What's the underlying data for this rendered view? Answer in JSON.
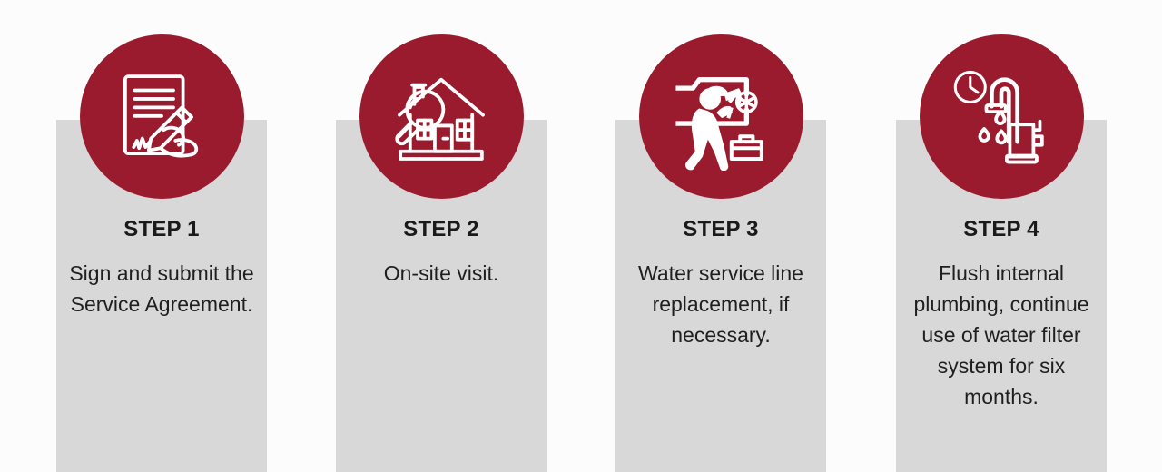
{
  "page": {
    "background_color": "#fcfcfc",
    "panel_color": "#d8d8d8",
    "accent_color": "#9b1b2e",
    "icon_color": "#ffffff",
    "title_color": "#1a1a1a",
    "body_color": "#1f1f1f"
  },
  "steps": [
    {
      "title": "STEP 1",
      "body": "Sign and submit the Service Agreement.",
      "icon": "signing-document-icon"
    },
    {
      "title": "STEP 2",
      "body": "On-site visit.",
      "icon": "house-inspection-magnifier-icon"
    },
    {
      "title": "STEP 3",
      "body": "Water service line replacement, if necessary.",
      "icon": "plumber-pipes-toolbox-icon"
    },
    {
      "title": "STEP 4",
      "body": "Flush internal plumbing, continue use of water filter system for six months.",
      "icon": "faucet-drip-clock-filter-icon"
    }
  ]
}
